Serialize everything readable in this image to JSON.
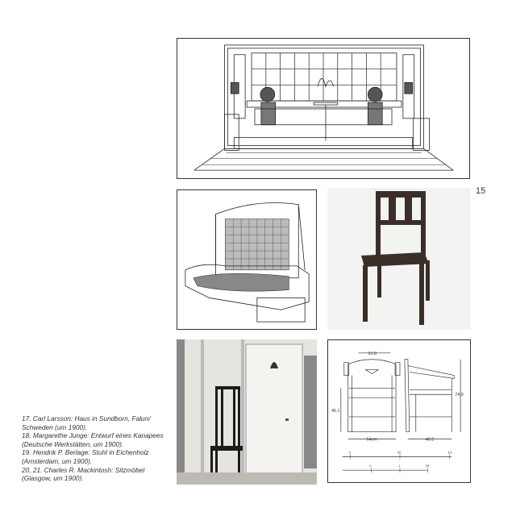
{
  "page_number": "15",
  "captions": [
    "17.  Carl Larsson: Haus in Sundborn, Falun/ Schweden (um 1900).",
    "18.  Margarethe Junge: Entwurf eines Kanapees (Deutsche Werkstätten, um 1900).",
    "19.  Hendrik P. Berlage: Stuhl in Eichenholz (Amsterdam, um 1900).",
    "20, 21.  Charles R. Mackintosh: Sitzmöbel (Glasgow, um 1900)."
  ],
  "drawing_dimensions": {
    "top_width": "51.8",
    "seat_height": "45.1",
    "front_width": "54cm",
    "side_depth": "48.2",
    "total_height": "74.9",
    "scale_labels": [
      "0",
      "50",
      "1m",
      "0",
      "1",
      "2ft"
    ]
  }
}
